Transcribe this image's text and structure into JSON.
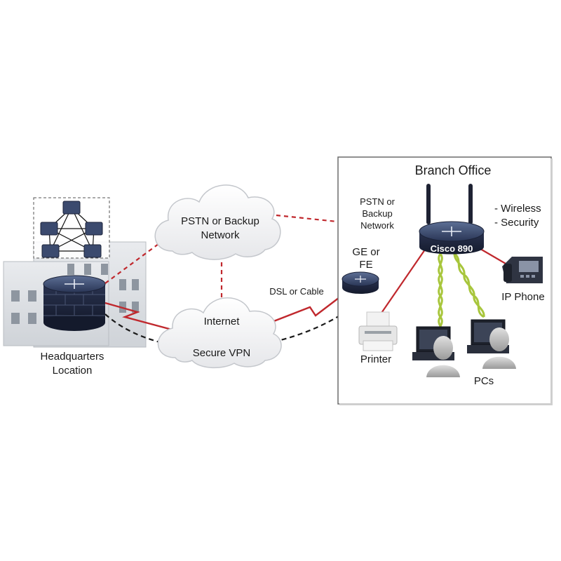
{
  "hq": {
    "label_line1": "Headquarters",
    "label_line2": "Location"
  },
  "clouds": {
    "pstn_line1": "PSTN or Backup",
    "pstn_line2": "Network",
    "internet": "Internet",
    "vpn": "Secure VPN"
  },
  "links": {
    "dsl": "DSL or Cable",
    "ge_line1": "GE or",
    "ge_line2": "FE",
    "pstn_branch_line1": "PSTN or",
    "pstn_branch_line2": "Backup",
    "pstn_branch_line3": "Network"
  },
  "branch": {
    "title": "Branch Office",
    "router_label": "Cisco 890",
    "feature_1": "- Wireless",
    "feature_2": "- Security",
    "ip_phone": "IP Phone",
    "printer": "Printer",
    "pcs": "PCs"
  },
  "colors": {
    "link_red": "#c0282d",
    "vpn_dashed": "#1a1a1a",
    "wireless_green": "#a8c63c",
    "router_blue": "#1e2a44"
  }
}
